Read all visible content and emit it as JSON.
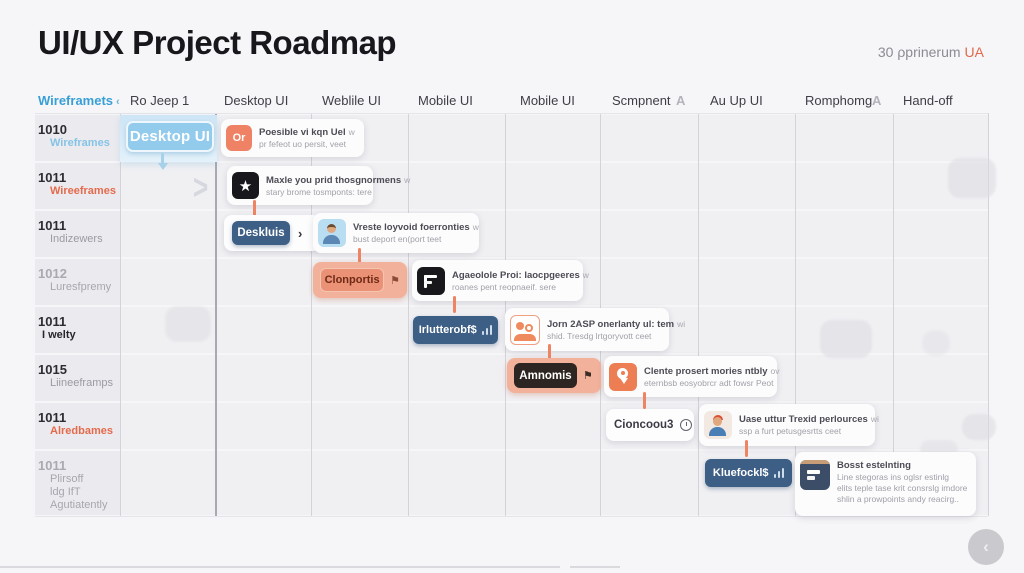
{
  "header": {
    "title": "UI/UX Project Roadmap",
    "meta_prefix": "30 ρprinerum",
    "meta_accent": "UA"
  },
  "columns": [
    "Wireframets",
    "Ro Jeep 1",
    "Desktop UI",
    "Weblile UI",
    "Mobile UI",
    "Mobile UI",
    "Scmpnent",
    "Au Up UI",
    "Romphomg",
    "Hand-off"
  ],
  "sort_icon_label": "A",
  "active_column_chevron": "‹",
  "rows": [
    {
      "num": "1010",
      "name": "Wireframes"
    },
    {
      "num": "1011",
      "name": "Wireeframes"
    },
    {
      "num": "1011",
      "name": "Indizewers"
    },
    {
      "num": "1012",
      "name": "Luresfpremy"
    },
    {
      "num": "1011",
      "name": "I welty"
    },
    {
      "num": "1015",
      "name": "Liineeframps"
    },
    {
      "num": "1011",
      "name": "Alredbames"
    },
    {
      "num": "1011",
      "name": "Plirsoff",
      "line2": "ldg IfT",
      "line3": "Agutiatently"
    }
  ],
  "chips": {
    "desktop_ui": "Desktop UI",
    "deskluis": "Deskluis",
    "deskluis_chevron": "›",
    "clonportis": "Clonportis",
    "irlutterobf": "Irlutterobf$",
    "amnomis": "Amnomis",
    "cioncoou": "Cioncoou3",
    "kluefock": "Kluefockl$"
  },
  "cards": {
    "c1": {
      "icon_text": "Or",
      "title": "Poesible vi kqn Uel",
      "suffix": "w",
      "sub": "pr fefeot uo persit, veet"
    },
    "c2": {
      "icon": "star",
      "star_glyph": "★",
      "title": "Maxle you prid thosgnormens",
      "suffix": "w",
      "sub": "stary brome tosmponts: tere"
    },
    "c3": {
      "icon": "person",
      "title": "Vreste loyvoid foerronties",
      "suffix": "w",
      "sub": "bust deport en(port teet"
    },
    "c4": {
      "icon": "flag-black",
      "title": "Agaeolole Proi: laocpgeeres",
      "suffix": "w",
      "sub": "roanes pent reopnaeif. sere"
    },
    "c5": {
      "icon": "people",
      "title": "Jorn 2ASP onerlanty ul: tem",
      "suffix": "wi",
      "sub": "shid. Tresdg lrtgoryvott ceet"
    },
    "c6": {
      "icon": "pin",
      "title": "Clente prosert mories ntbly",
      "suffix": "ov",
      "sub": "eternbsb eosyobrcr adt fowsr Peot"
    },
    "c7": {
      "icon": "avatar",
      "title": "Uase uttur Trexid perlources",
      "suffix": "wi",
      "sub": "ssp a furt petusgesrtts ceet"
    },
    "c8": {
      "icon": "flag-navy",
      "title": "Bosst estelnting",
      "line1": "Line stegoras ins oglsr estinlg",
      "line2": "elits teple tase krit consrslg imdore",
      "line3": "shlin a prowpoints andy reacirg.."
    }
  },
  "nav": {
    "back_chevron": "‹"
  },
  "misc": {
    "row2_chevron": ">",
    "clonportis_flag": "⚑",
    "amnomis_runner": "⚑"
  },
  "colors": {
    "accent_orange": "#e06a4c",
    "salmon": "#f2b19a",
    "chip_blue": "#92cbec",
    "chip_navy": "#3d5e85",
    "active_header_blue": "#389fd6",
    "title_black": "#17171c",
    "background": "#f6f6f8"
  }
}
